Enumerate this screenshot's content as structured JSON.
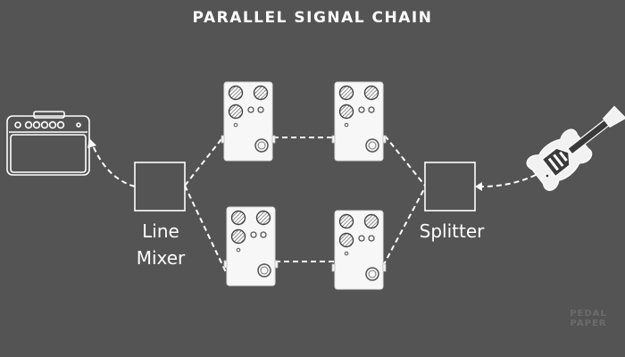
{
  "title": "PARALLEL SIGNAL CHAIN",
  "nodes": {
    "line_mixer": "Line\nMixer",
    "splitter": "Splitter"
  },
  "watermark": {
    "line1": "PEDAL",
    "line2": "PAPER"
  },
  "colors": {
    "background": "#545454",
    "stroke": "#ffffff",
    "pedal_fill": "#f7f7f7",
    "pedal_detail": "#7a7a7a"
  },
  "icons": [
    "amplifier-icon",
    "electric-guitar-icon",
    "pedal-icon"
  ]
}
